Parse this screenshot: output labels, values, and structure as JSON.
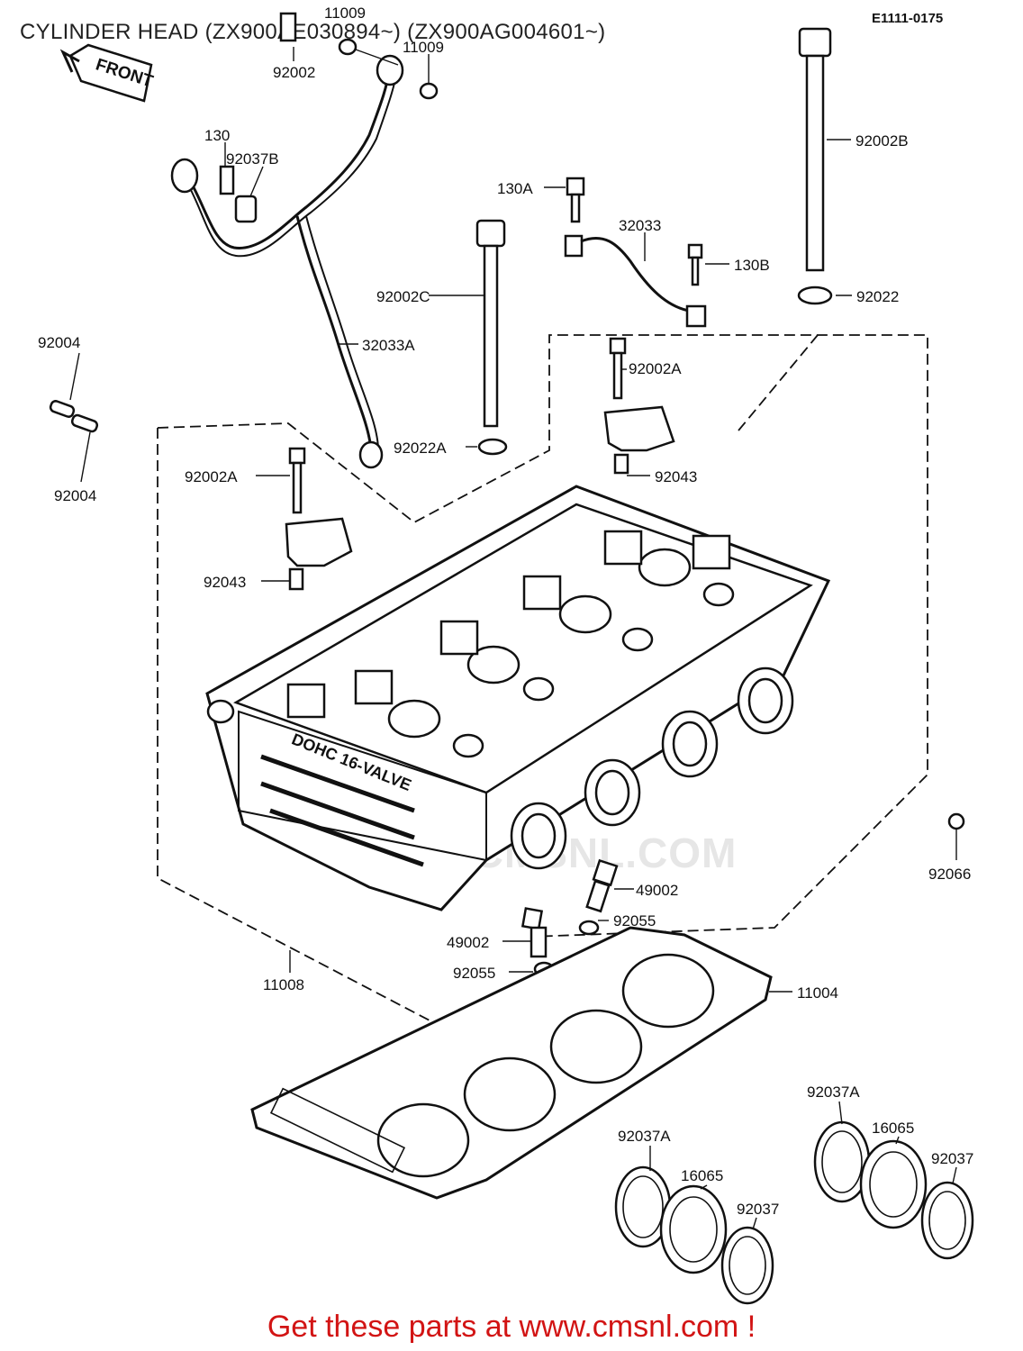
{
  "title": "CYLINDER HEAD (ZX900AE030894~) (ZX900AG004601~)",
  "diagram_code": "E1111-0175",
  "front_tag": "FRONT",
  "watermark": "W.CMSNL.COM",
  "head_marking": "DOHC 16-VALVE",
  "footer": "Get these parts at www.cmsnl.com !",
  "parts": [
    {
      "id": "p11009a",
      "label": "11009"
    },
    {
      "id": "p11009b",
      "label": "11009"
    },
    {
      "id": "p92002",
      "label": "92002"
    },
    {
      "id": "p130",
      "label": "130"
    },
    {
      "id": "p92037b",
      "label": "92037B"
    },
    {
      "id": "p92002b",
      "label": "92002B"
    },
    {
      "id": "p130a",
      "label": "130A"
    },
    {
      "id": "p32033",
      "label": "32033"
    },
    {
      "id": "p130b",
      "label": "130B"
    },
    {
      "id": "p92022",
      "label": "92022"
    },
    {
      "id": "p92002c",
      "label": "92002C"
    },
    {
      "id": "p32033a",
      "label": "32033A"
    },
    {
      "id": "p92004a",
      "label": "92004"
    },
    {
      "id": "p92004b",
      "label": "92004"
    },
    {
      "id": "p92002a1",
      "label": "92002A"
    },
    {
      "id": "p92022a",
      "label": "92022A"
    },
    {
      "id": "p92043a",
      "label": "92043"
    },
    {
      "id": "p92002a2",
      "label": "92002A"
    },
    {
      "id": "p92043b",
      "label": "92043"
    },
    {
      "id": "p92066",
      "label": "92066"
    },
    {
      "id": "p49002a",
      "label": "49002"
    },
    {
      "id": "p92055a",
      "label": "92055"
    },
    {
      "id": "p49002b",
      "label": "49002"
    },
    {
      "id": "p92055b",
      "label": "92055"
    },
    {
      "id": "p11008",
      "label": "11008"
    },
    {
      "id": "p11004",
      "label": "11004"
    },
    {
      "id": "p92037a1",
      "label": "92037A"
    },
    {
      "id": "p16065a",
      "label": "16065"
    },
    {
      "id": "p92037a",
      "label": "92037"
    },
    {
      "id": "p92037a2",
      "label": "92037A"
    },
    {
      "id": "p16065b",
      "label": "16065"
    },
    {
      "id": "p92037b2",
      "label": "92037"
    }
  ]
}
